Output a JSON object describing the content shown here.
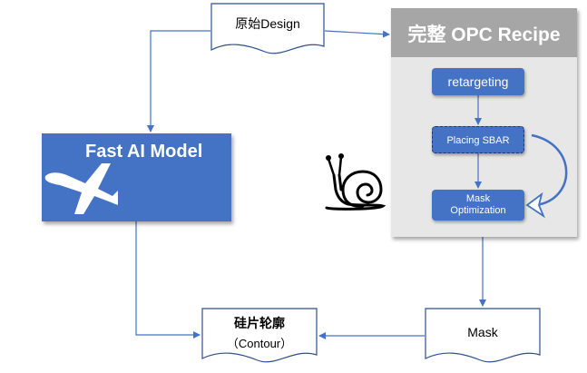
{
  "nodes": {
    "design": "原始Design",
    "ai_model": "Fast AI Model",
    "recipe_title": "完整 OPC Recipe",
    "steps": {
      "retargeting": "retargeting",
      "placing": "Placing SBAR",
      "mask_opt_line1": "Mask",
      "mask_opt_line2": "Optimization"
    },
    "contour_line1": "硅片轮廓",
    "contour_line2": "（Contour）",
    "mask": "Mask"
  },
  "icons": {
    "ai_model_icon": "airplane-icon",
    "slow_path_icon": "snail-icon"
  },
  "colors": {
    "accent_blue": "#4472c4",
    "recipe_panel": "#e7e7e7",
    "recipe_header": "#a6a6a6",
    "arrow": "#4472c4"
  }
}
